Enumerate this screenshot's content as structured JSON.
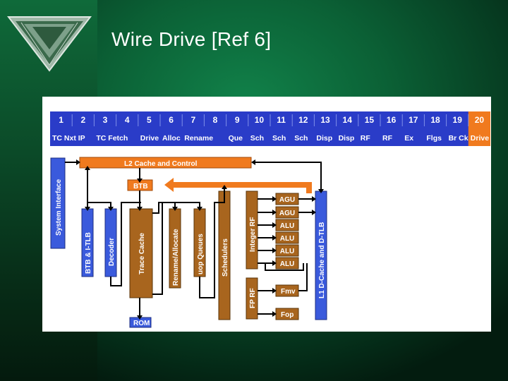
{
  "slide": {
    "title": "Wire Drive [Ref 6]"
  },
  "pipeline": {
    "stages": [
      {
        "num": "1",
        "name": "TC Nxt IP"
      },
      {
        "num": "2",
        "name": ""
      },
      {
        "num": "3",
        "name": "TC Fetch"
      },
      {
        "num": "4",
        "name": ""
      },
      {
        "num": "5",
        "name": "Drive"
      },
      {
        "num": "6",
        "name": "Alloc"
      },
      {
        "num": "7",
        "name": "Rename"
      },
      {
        "num": "8",
        "name": ""
      },
      {
        "num": "9",
        "name": "Que"
      },
      {
        "num": "10",
        "name": "Sch"
      },
      {
        "num": "11",
        "name": "Sch"
      },
      {
        "num": "12",
        "name": "Sch"
      },
      {
        "num": "13",
        "name": "Disp"
      },
      {
        "num": "14",
        "name": "Disp"
      },
      {
        "num": "15",
        "name": "RF"
      },
      {
        "num": "16",
        "name": "RF"
      },
      {
        "num": "17",
        "name": "Ex"
      },
      {
        "num": "18",
        "name": "Flgs"
      },
      {
        "num": "19",
        "name": "Br Ck"
      },
      {
        "num": "20",
        "name": "Drive"
      }
    ],
    "highlight_color": "#f07a1e",
    "stage_color": "#2a3cc8"
  },
  "blocks": {
    "system_interface": "System Interface",
    "l2_cache": "L2 Cache and Control",
    "btb": "BTB",
    "btb_itlb": "BTB & I-TLB",
    "decoder": "Decoder",
    "trace_cache": "Trace Cache",
    "rename_allocate": "Rename/Allocate",
    "uop_queues": "uop Queues",
    "schedulers": "Schedulers",
    "integer_rf": "Integer RF",
    "fp_rf": "FP RF",
    "rom": "ROM",
    "l1_dcache": "L1 D-Cache and D-TLB",
    "exec_units": [
      "AGU",
      "AGU",
      "ALU",
      "ALU",
      "ALU",
      "ALU"
    ],
    "fp_units": [
      "Fmv",
      "Fop"
    ]
  },
  "colors": {
    "blue_block": "#3a5adc",
    "orange_block": "#f07a1e",
    "brown_block": "#a8651e",
    "black_line": "#000000"
  }
}
